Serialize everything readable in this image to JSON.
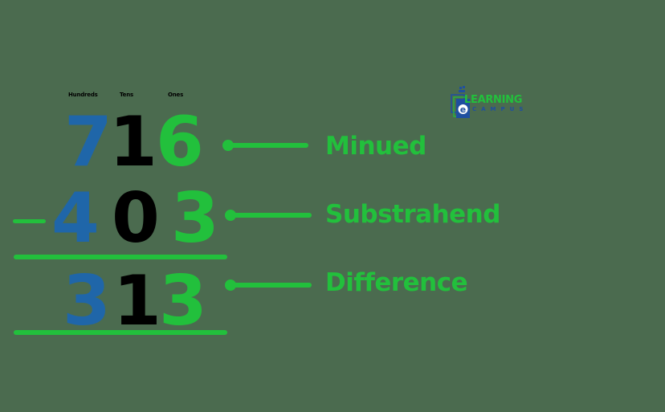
{
  "column_headers": [
    "Hundreds",
    "Tens",
    "Ones"
  ],
  "rows": {
    "minuend": {
      "digits": [
        "7",
        "1",
        "6"
      ],
      "label": "Minued"
    },
    "subtrahend": {
      "operator": "−",
      "digits": [
        "4",
        "0",
        "3"
      ],
      "label": "Substrahend"
    },
    "difference": {
      "digits": [
        "3",
        "1",
        "3"
      ],
      "label": "Difference"
    }
  },
  "logo": {
    "line1": "LEARNING",
    "line2": "CAMPUS",
    "badge": "e"
  },
  "colors": {
    "background": "#4b6b4f",
    "hundreds": "#1f66a9",
    "tens": "#000000",
    "ones": "#22c03c",
    "accent": "#22c03c"
  }
}
